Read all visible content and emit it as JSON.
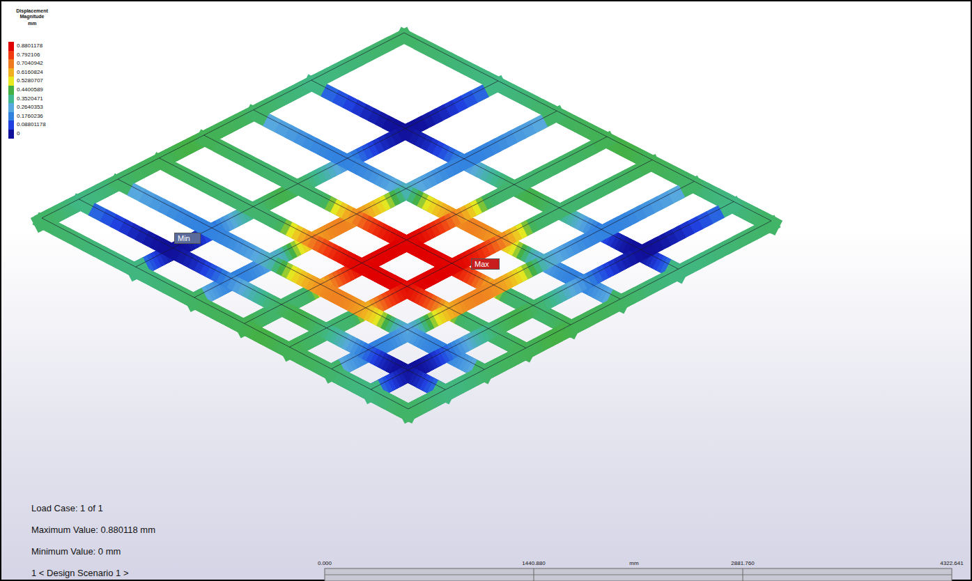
{
  "diagram": {
    "nodes": [
      {
        "text": [
          "Min"
        ]
      },
      {
        "text": [
          "Max"
        ]
      }
    ],
    "labels": [
      "Displacement Magnitude",
      "mm",
      "Load Case: 1 of 1",
      "Maximum Value: 0.880118 mm",
      "Minimum Value: 0 mm",
      "1 < Design Scenario 1 >",
      "0.000",
      "1440.880",
      "mm",
      "2881.760",
      "4322.641"
    ],
    "legend": [
      {
        "text": "0.8801178",
        "color": "#e00000"
      },
      {
        "text": "0.792106",
        "color": "#f03a10"
      },
      {
        "text": "0.7040942",
        "color": "#f07a20"
      },
      {
        "text": "0.6160824",
        "color": "#f0b020"
      },
      {
        "text": "0.5280707",
        "color": "#e8e820"
      },
      {
        "text": "0.4400589",
        "color": "#44b044"
      },
      {
        "text": "0.3520471",
        "color": "#40b890"
      },
      {
        "text": "0.2640353",
        "color": "#58a8e0"
      },
      {
        "text": "0.1760236",
        "color": "#3080e0"
      },
      {
        "text": "0.08801178",
        "color": "#2040e0"
      },
      {
        "text": "0",
        "color": "#10109a"
      }
    ]
  }
}
